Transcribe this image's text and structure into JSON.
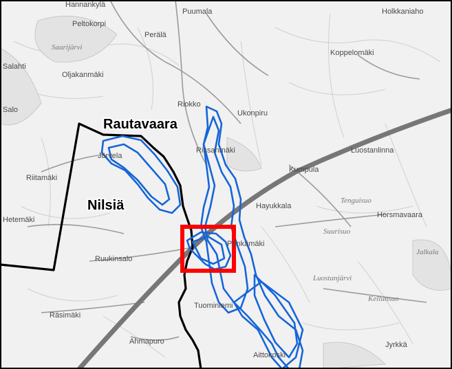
{
  "map": {
    "municipality_labels": [
      "Rautavaara",
      "Nilsiä"
    ],
    "place_names": [
      "Hannankylä",
      "Puumala",
      "Peltokorpi",
      "Perälä",
      "Holkkaniaho",
      "Saarijärvi",
      "Oljakanmäki",
      "Koppelomäki",
      "Salahti",
      "Riokko",
      "Ukonpiru",
      "Salo",
      "Järvela",
      "Rissanmäki",
      "Luostanlinna",
      "Riitamäki",
      "Kumpula",
      "Hayukkala",
      "Horsmavaara",
      "Hetemäki",
      "Tenguisuo",
      "Suurisuo",
      "Jalkala",
      "Pänkämäki",
      "Ruukinsalo",
      "Luostanjärvi",
      "Kellunsuo",
      "Tuominiemi",
      "Räsimäki",
      "Ahmapuro",
      "Aittokoski",
      "Jyrkkä"
    ],
    "colors": {
      "background": "#f1f1f1",
      "study_area_outline": "#1565d8",
      "highlight_box": "#ff0000",
      "municipal_border": "#000000",
      "main_road": "#777777"
    }
  }
}
